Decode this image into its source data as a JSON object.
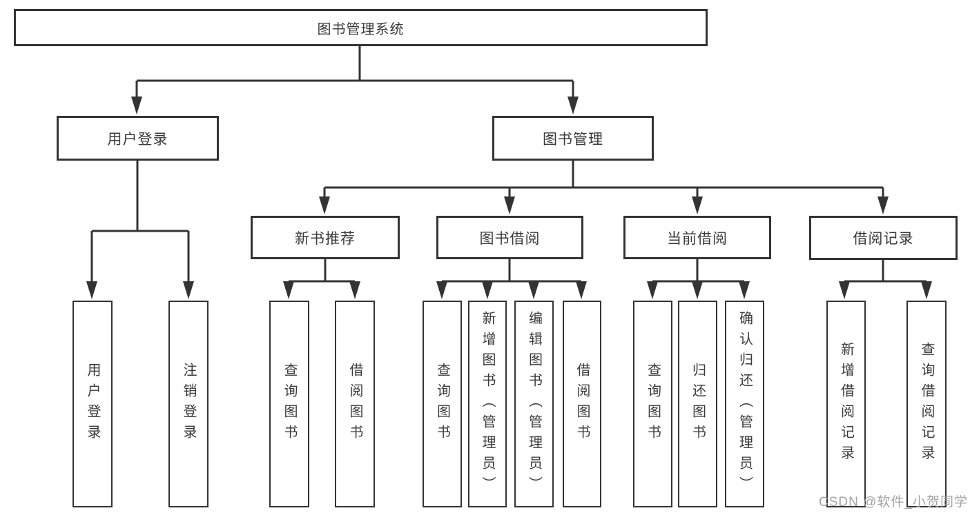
{
  "watermark": "CSDN @软件_小贺同学",
  "colors": {
    "line": "#333333",
    "text": "#3a3a3a",
    "watermark": "#a3a3a3",
    "background": "#ffffff"
  },
  "tree": {
    "label": "图书管理系统",
    "children": [
      {
        "label": "用户登录",
        "children": [
          {
            "label": "用户登录"
          },
          {
            "label": "注销登录"
          }
        ]
      },
      {
        "label": "图书管理",
        "children": [
          {
            "label": "新书推荐",
            "children": [
              {
                "label": "查询图书"
              },
              {
                "label": "借阅图书"
              }
            ]
          },
          {
            "label": "图书借阅",
            "children": [
              {
                "label": "查询图书"
              },
              {
                "label": "新增图书（管理员）"
              },
              {
                "label": "编辑图书（管理员）"
              },
              {
                "label": "借阅图书"
              }
            ]
          },
          {
            "label": "当前借阅",
            "children": [
              {
                "label": "查询图书"
              },
              {
                "label": "归还图书"
              },
              {
                "label": "确认归还（管理员）"
              }
            ]
          },
          {
            "label": "借阅记录",
            "children": [
              {
                "label": "新增借阅记录"
              },
              {
                "label": "查询借阅记录"
              }
            ]
          }
        ]
      }
    ]
  }
}
